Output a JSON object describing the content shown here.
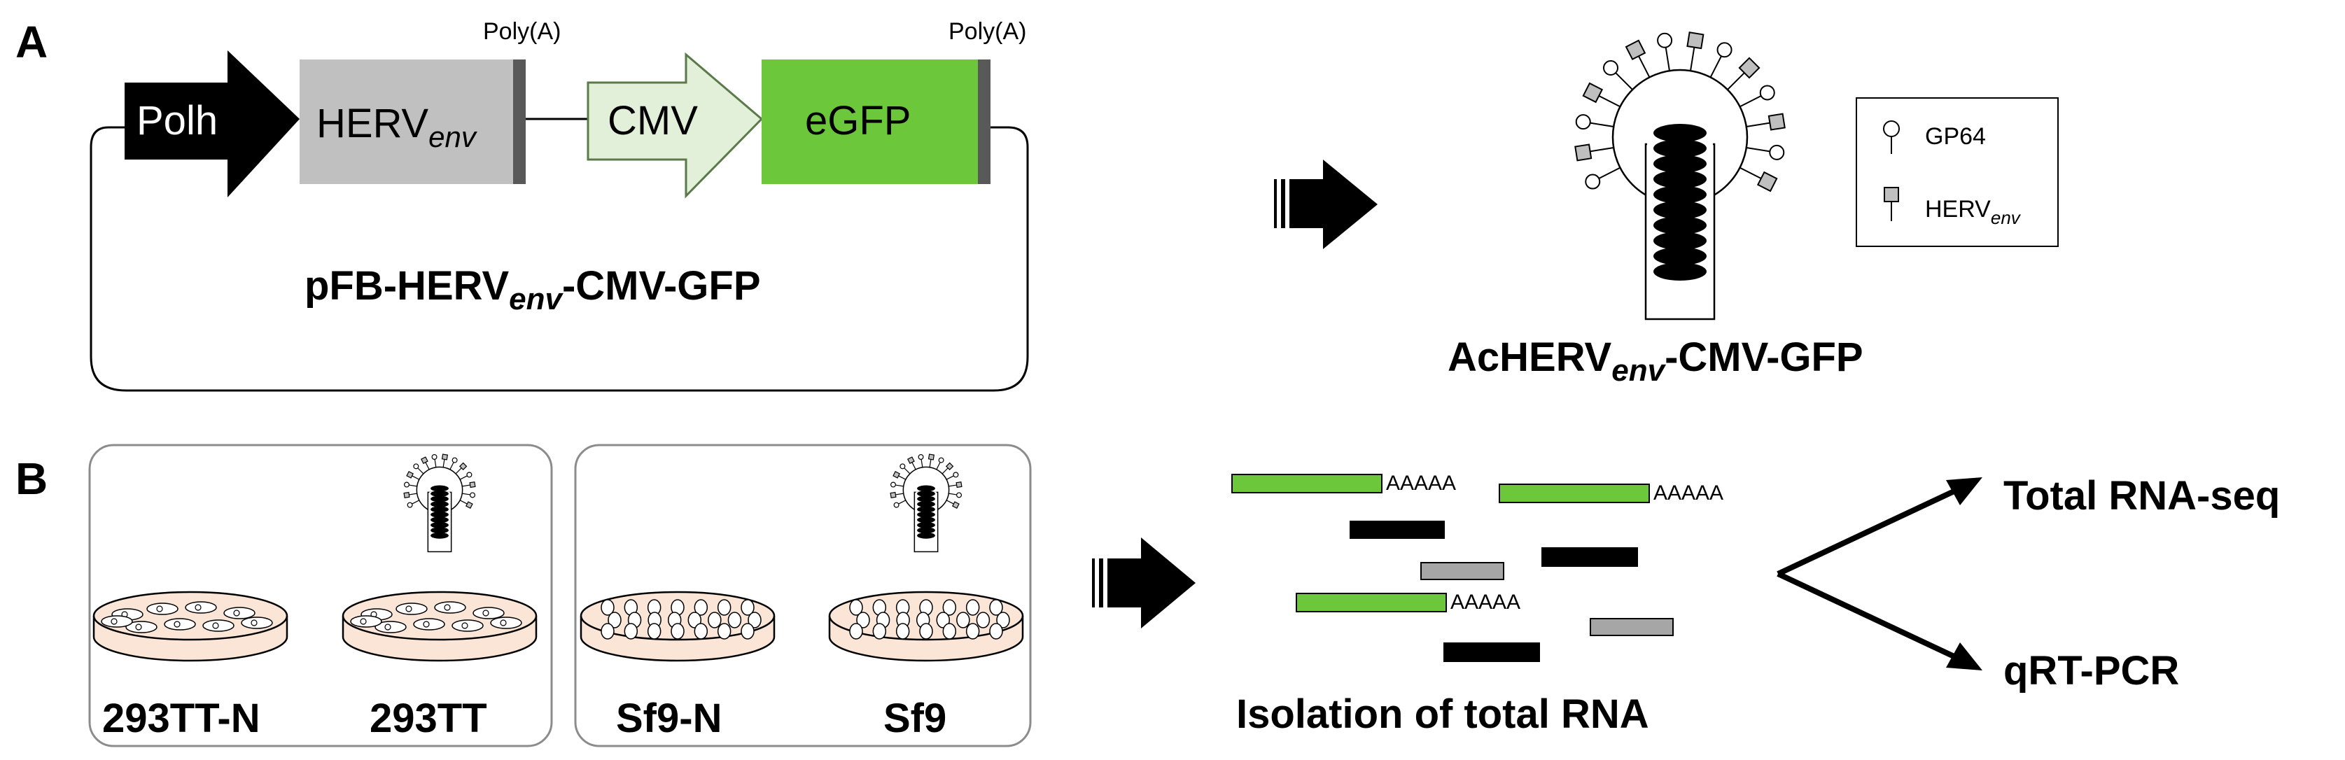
{
  "panel_a": {
    "letter": "A",
    "plasmid_segments": {
      "polh": "Polh",
      "herv_main": "HERV",
      "herv_sub": "env",
      "cmv": "CMV",
      "egfp": "eGFP",
      "polya_1": "Poly(A)",
      "polya_2": "Poly(A)"
    },
    "plasmid_name": {
      "part1": "pFB-HERV",
      "sub": "env",
      "part2": "-CMV-GFP"
    },
    "virus_name": {
      "part1": "AcHERV",
      "sub": "env",
      "part2": "-CMV-GFP"
    },
    "legend": {
      "gp64": "GP64",
      "herv_main": "HERV",
      "herv_sub": "env"
    }
  },
  "panel_b": {
    "letter": "B",
    "dishes": {
      "d1": "293TT-N",
      "d2": "293TT",
      "d3": "Sf9-N",
      "d4": "Sf9"
    },
    "polya_tag": "AAAAA",
    "rna_caption": "Isolation of total RNA",
    "outputs": {
      "top": "Total RNA-seq",
      "bottom": "qRT-PCR"
    }
  },
  "colors": {
    "polh": "#000000",
    "herv": "#c0c0c0",
    "cmv": "#e2f0d9",
    "egfp": "#6cc83a",
    "dish_fill": "#fbe5d6",
    "rna_green": "#6cc83a",
    "rna_gray": "#a6a6a6"
  }
}
